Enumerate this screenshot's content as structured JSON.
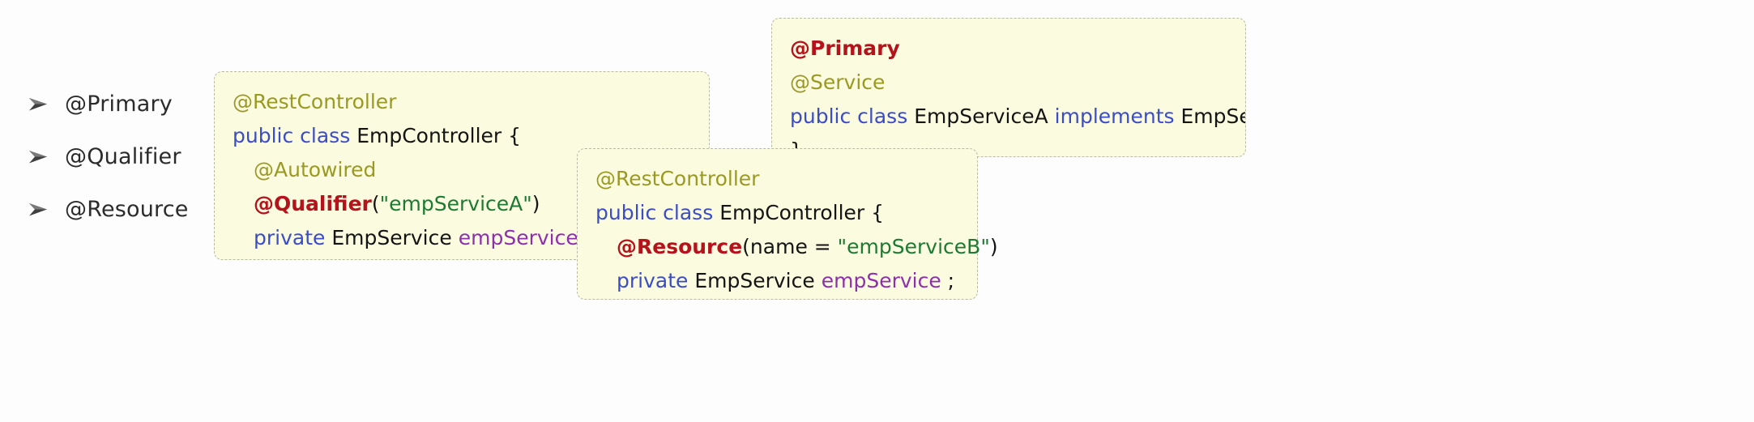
{
  "page": {
    "background_color": "#fdfdfd",
    "title_text": ""
  },
  "bullets": {
    "marker_icon": "arrow-bullet-icon",
    "items": [
      {
        "label": "@Primary"
      },
      {
        "label": "@Qualifier"
      },
      {
        "label": "@Resource"
      }
    ]
  },
  "colors": {
    "box_background": "#fbfbe0",
    "box_border": "#b9b9a8",
    "annotation_olive": "#9a9a22",
    "annotation_red": "#b5121b",
    "keyword_blue": "#3b4cc9",
    "string_green": "#1d7a33",
    "variable_purple": "#8e2fae",
    "plain_text": "#141414"
  },
  "code_boxes": [
    {
      "id": "controller-qualifier",
      "lines": [
        {
          "indent": false,
          "tokens": [
            {
              "text": "@RestController",
              "type": "annotation"
            }
          ]
        },
        {
          "indent": false,
          "tokens": [
            {
              "text": "public class ",
              "type": "keyword"
            },
            {
              "text": "EmpController {",
              "type": "plain"
            }
          ]
        },
        {
          "indent": true,
          "tokens": [
            {
              "text": "@Autowired",
              "type": "annotation"
            }
          ]
        },
        {
          "indent": true,
          "tokens": [
            {
              "text": "@Qualifier",
              "type": "annotation-red"
            },
            {
              "text": "(",
              "type": "plain"
            },
            {
              "text": "\"empServiceA\"",
              "type": "string"
            },
            {
              "text": ")",
              "type": "plain"
            }
          ]
        },
        {
          "indent": true,
          "tokens": [
            {
              "text": "private ",
              "type": "keyword"
            },
            {
              "text": "EmpService ",
              "type": "plain"
            },
            {
              "text": "empService",
              "type": "variable"
            },
            {
              "text": " ;",
              "type": "plain"
            }
          ]
        }
      ]
    },
    {
      "id": "service-primary",
      "lines": [
        {
          "indent": false,
          "tokens": [
            {
              "text": "@Primary",
              "type": "annotation-red"
            }
          ]
        },
        {
          "indent": false,
          "tokens": [
            {
              "text": "@Service",
              "type": "annotation"
            }
          ]
        },
        {
          "indent": false,
          "tokens": [
            {
              "text": "public class ",
              "type": "keyword"
            },
            {
              "text": "EmpServiceA ",
              "type": "plain"
            },
            {
              "text": "implements ",
              "type": "keyword"
            },
            {
              "text": "EmpService {",
              "type": "plain"
            }
          ]
        },
        {
          "indent": false,
          "tokens": [
            {
              "text": "}",
              "type": "plain"
            }
          ]
        }
      ]
    },
    {
      "id": "controller-resource",
      "lines": [
        {
          "indent": false,
          "tokens": [
            {
              "text": "@RestController",
              "type": "annotation"
            }
          ]
        },
        {
          "indent": false,
          "tokens": [
            {
              "text": "public class ",
              "type": "keyword"
            },
            {
              "text": "EmpController {",
              "type": "plain"
            }
          ]
        },
        {
          "indent": true,
          "tokens": [
            {
              "text": "@Resource",
              "type": "annotation-red"
            },
            {
              "text": "(name = ",
              "type": "plain"
            },
            {
              "text": "\"empServiceB\"",
              "type": "string"
            },
            {
              "text": ")",
              "type": "plain"
            }
          ]
        },
        {
          "indent": true,
          "tokens": [
            {
              "text": "private ",
              "type": "keyword"
            },
            {
              "text": "EmpService ",
              "type": "plain"
            },
            {
              "text": "empService",
              "type": "variable"
            },
            {
              "text": " ;",
              "type": "plain"
            }
          ]
        }
      ]
    }
  ]
}
